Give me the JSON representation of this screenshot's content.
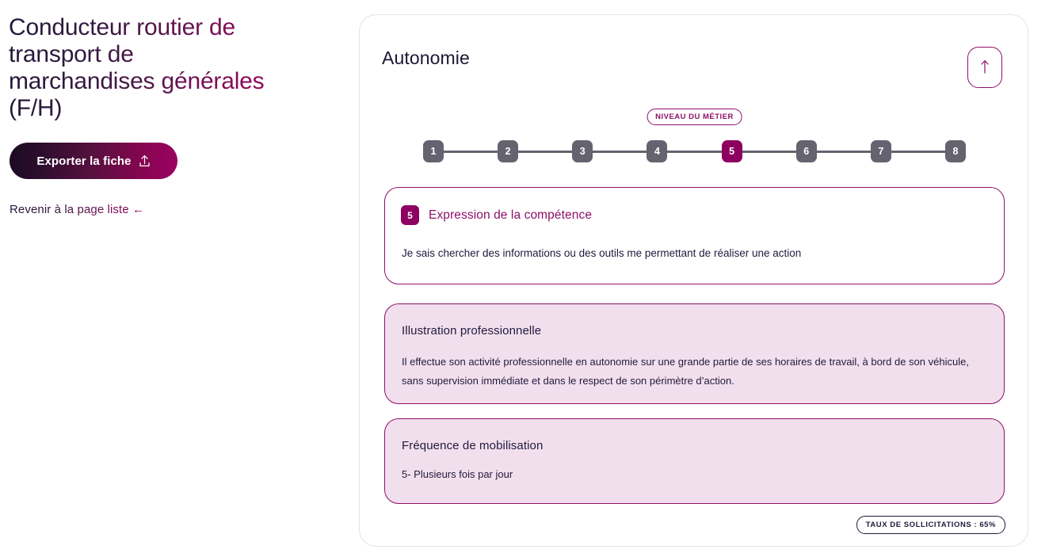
{
  "sidebar": {
    "job_title": "Conducteur routier de transport de marchandises générales (F/H)",
    "export_button_label": "Exporter la fiche",
    "export_button_icon": "upload-arrow-icon",
    "back_link_label": "Revenir à la page liste ←"
  },
  "card": {
    "title": "Autonomie",
    "scroll_top_icon": "arrow-up-icon",
    "stepper": {
      "current_level_badge": "NIVEAU DU MÉTIER",
      "current": 5,
      "steps": [
        "1",
        "2",
        "3",
        "4",
        "5",
        "6",
        "7",
        "8"
      ]
    },
    "competence": {
      "badge": "5",
      "heading": "Expression de la compétence",
      "text": "Je sais chercher des informations ou des outils me permettant de réaliser une action"
    },
    "illustration": {
      "title": "Illustration professionnelle",
      "text": "Il effectue son activité professionnelle en autonomie sur une grande partie de ses horaires de travail, à bord de son véhicule, sans supervision immédiate et dans le respect de son périmètre d’action."
    },
    "frequence": {
      "title": "Fréquence de mobilisation",
      "text": "5- Plusieurs fois par jour"
    },
    "solicitation_badge": "TAUX DE SOLLICITATIONS : 65%"
  },
  "colors": {
    "magenta": "#8d0060",
    "purple_border": "#8d1069",
    "pink_bg": "#f2dfed",
    "dark_navy": "#1f1b3d",
    "step_gray": "#64636f"
  }
}
